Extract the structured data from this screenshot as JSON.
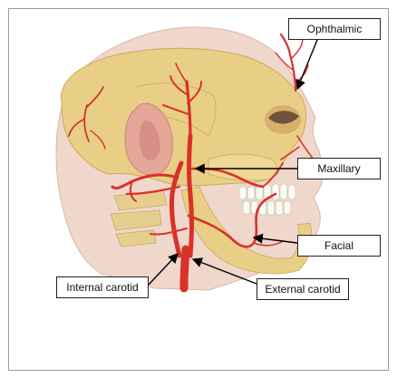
{
  "labels": {
    "ophthalmic": "Ophthalmic",
    "maxillary": "Maxillary",
    "facial": "Facial",
    "internal_carotid": "Internal carotid",
    "external_carotid": "External carotid"
  },
  "colors": {
    "skin": "#efd7cb",
    "bone": "#e9cf86",
    "artery": "#d8312a",
    "leader_line": "#000000"
  }
}
